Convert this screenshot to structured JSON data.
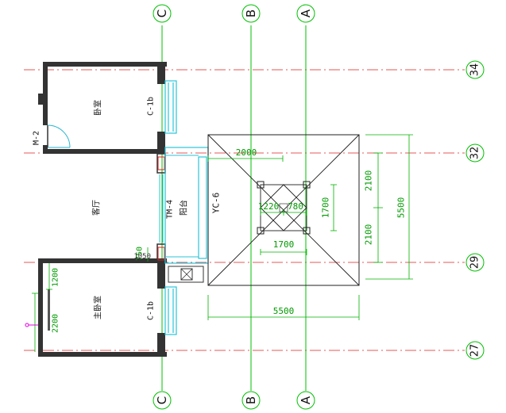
{
  "grid_axes": {
    "vertical": [
      {
        "id": "C",
        "label": "C"
      },
      {
        "id": "B",
        "label": "B"
      },
      {
        "id": "A",
        "label": "A"
      }
    ],
    "horizontal": [
      {
        "id": "34",
        "label": "34"
      },
      {
        "id": "32",
        "label": "32"
      },
      {
        "id": "29",
        "label": "29"
      },
      {
        "id": "27",
        "label": "27"
      }
    ]
  },
  "rooms": {
    "bedroom": "卧室",
    "living_room": "客厅",
    "balcony": "阳台",
    "master_bedroom": "主卧室"
  },
  "tags": {
    "window_upper": "C-1b",
    "window_lower": "C-1b",
    "door_m2": "M-2",
    "door_tm4": "TM-4",
    "canopy_yc6": "YC-6"
  },
  "dimensions": {
    "d2000": "2000",
    "d1220": "1220",
    "d780": "780",
    "d1700_v": "1700",
    "d1700_h": "1700",
    "d2100_top": "2100",
    "d2100_bot": "2100",
    "d5500_v": "5500",
    "d5500_h": "5500",
    "d1200": "1200",
    "d2200": "2200",
    "d750": "750",
    "d1050": "1050"
  },
  "colors": {
    "grid_line": "#e02020",
    "grid_axis": "#00c000",
    "wall": "#333333",
    "window": "#29c4d8",
    "dim": "#00b000",
    "dim_text": "#009a00",
    "drawing": "#202020",
    "door_arc": "#26b5d0",
    "accent_magenta": "#e000e0"
  }
}
